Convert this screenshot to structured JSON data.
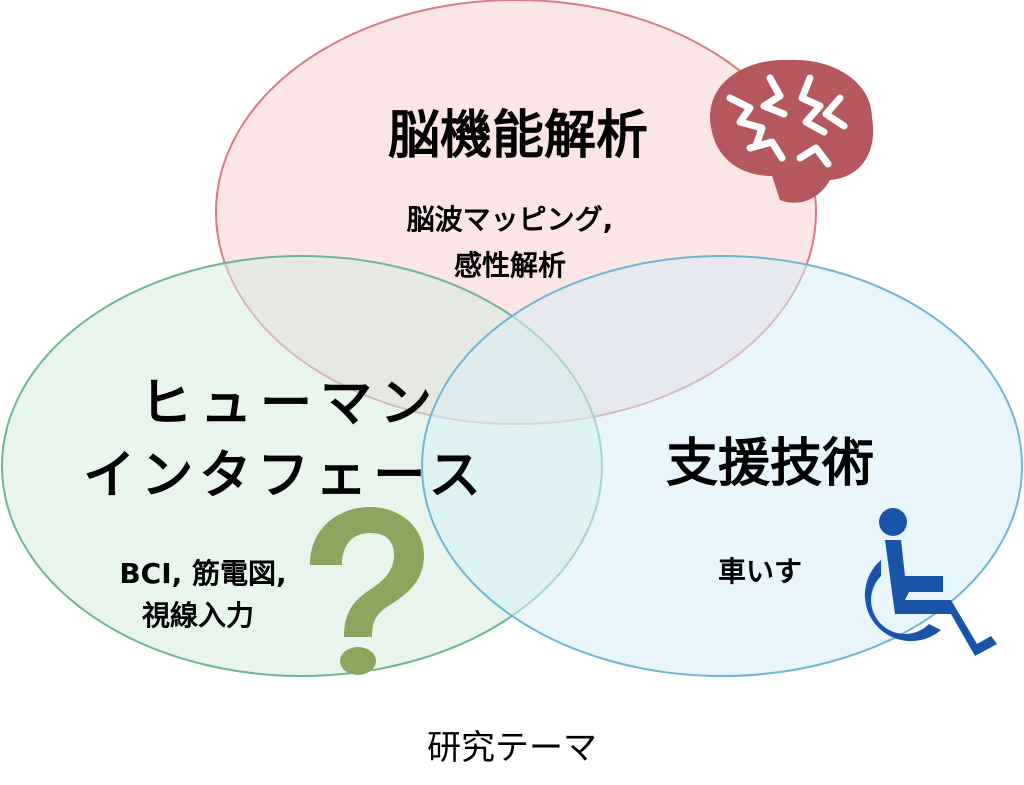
{
  "circles": [
    {
      "id": "brain",
      "title": "脳機能解析",
      "lines": [
        "脳波マッピング,",
        "感性解析"
      ],
      "fill": "#f8d3d6",
      "stroke": "#d97a84",
      "icon": "brain-icon",
      "icon_color": "#b5585e"
    },
    {
      "id": "hci",
      "title_lines": [
        "ヒューマン",
        "インタフェース"
      ],
      "lines": [
        "BCI, 筋電図,",
        "視線入力"
      ],
      "fill": "#d3ecdf",
      "stroke": "#6fb692",
      "icon": "question-mark-icon",
      "icon_color": "#8aa65f"
    },
    {
      "id": "assist",
      "title": "支援技術",
      "lines": [
        "車いす"
      ],
      "fill": "#d6eef8",
      "stroke": "#6fb6d6",
      "icon": "wheelchair-icon",
      "icon_color": "#1a54a8"
    }
  ],
  "caption": "研究テーマ"
}
